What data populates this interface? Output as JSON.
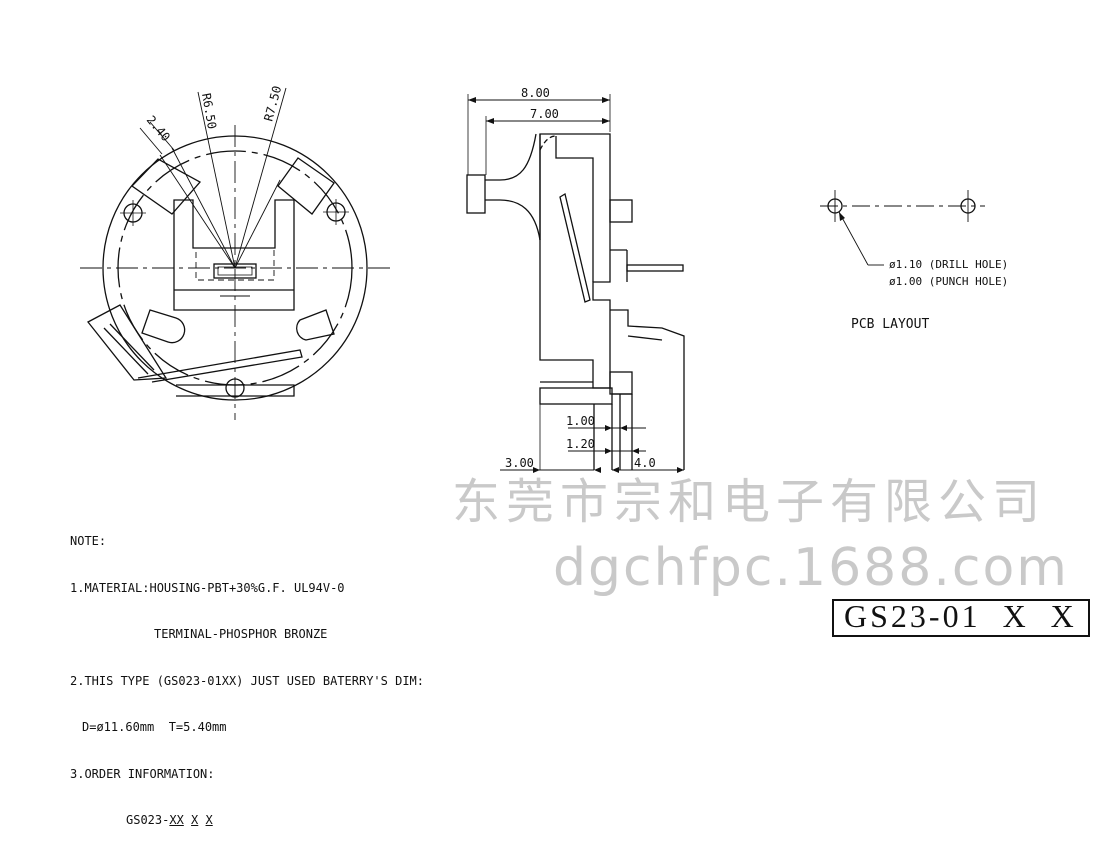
{
  "top_view": {
    "dim_2_40": "2.40",
    "dim_r6_50": "R6.50",
    "dim_r7_50": "R7.50"
  },
  "side_view": {
    "dim_8_00": "8.00",
    "dim_7_00": "7.00",
    "dim_1_00": "1.00",
    "dim_1_20": "1.20",
    "dim_3_00": "3.00",
    "dim_4_0": "4.0"
  },
  "pcb_layout": {
    "drill_hole": "ø1.10 (DRILL HOLE)",
    "punch_hole": "ø1.00 (PUNCH HOLE)",
    "title": "PCB  LAYOUT"
  },
  "notes": {
    "heading": "NOTE:",
    "line1": "1.MATERIAL:HOUSING-PBT+30%G.F. UL94V-0",
    "line1b": "TERMINAL-PHOSPHOR BRONZE",
    "line2": "2.THIS TYPE (GS023-01XX) JUST USED BATERRY'S DIM:",
    "line2b": "D=ø11.60mm  T=5.40mm",
    "line3": "3.ORDER INFORMATION:",
    "order_prefix": "GS023-",
    "order_xx": "XX",
    "order_x1": "X",
    "order_x2": "X"
  },
  "watermark": {
    "company": "东莞市宗和电子有限公司",
    "site": "dgchfpc.1688.com"
  },
  "part_number": "GS23-01  X  X"
}
